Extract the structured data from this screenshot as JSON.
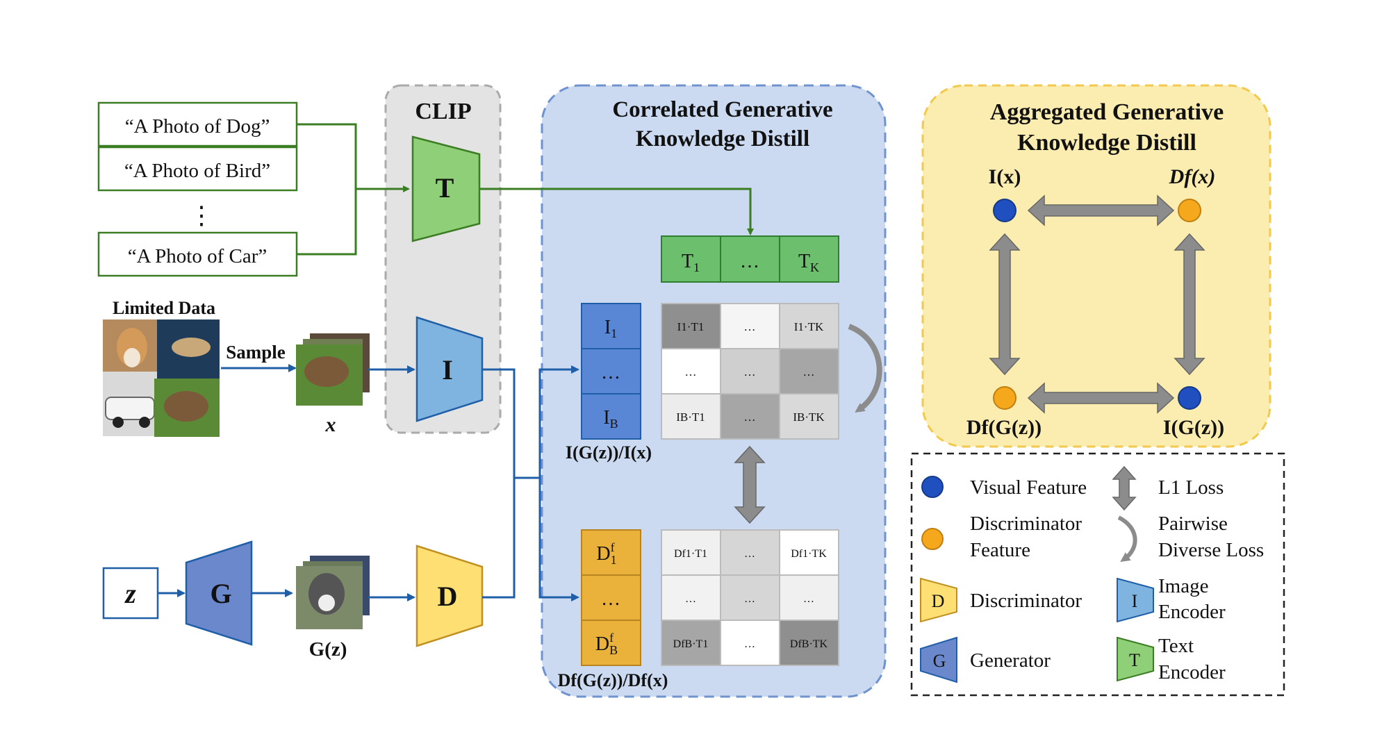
{
  "prompts": [
    "“A Photo of Dog”",
    "“A Photo of Bird”",
    "⋮",
    "“A Photo of Car”"
  ],
  "clip": {
    "title": "CLIP",
    "text_encoder": "T",
    "image_encoder": "I"
  },
  "limited_data": {
    "title": "Limited Data",
    "sample": "Sample",
    "x_label": "x"
  },
  "generator": {
    "z": "z",
    "g": "G",
    "gz_label": "G(z)"
  },
  "discriminator": {
    "d": "D"
  },
  "cgkd": {
    "title_line1": "Correlated Generative",
    "title_line2": "Knowledge Distill",
    "text_tokens": [
      "T",
      "…",
      "T"
    ],
    "text_subs": [
      "1",
      "",
      "K"
    ],
    "image_feats": [
      "I",
      "…",
      "I"
    ],
    "image_subs": [
      "1",
      "",
      "B"
    ],
    "image_caption": "I(G(z))/I(x)",
    "disc_feats": [
      "D",
      "…",
      "D"
    ],
    "disc_subs": [
      "1",
      "",
      "B"
    ],
    "disc_caption": "Df(G(z))/Df(x)",
    "top_matrix": [
      [
        "I1·T1",
        "…",
        "I1·TK"
      ],
      [
        "…",
        "…",
        "…"
      ],
      [
        "IB·T1",
        "…",
        "IB·TK"
      ]
    ],
    "bottom_matrix": [
      [
        "Df1·T1",
        "…",
        "Df1·TK"
      ],
      [
        "…",
        "…",
        "…"
      ],
      [
        "DfB·T1",
        "…",
        "DfB·TK"
      ]
    ]
  },
  "agkd": {
    "title_line1": "Aggregated Generative",
    "title_line2": "Knowledge Distill",
    "ix": "I(x)",
    "dfx": "Df(x)",
    "dfgz": "Df(G(z))",
    "igz": "I(G(z))"
  },
  "legend": {
    "visual_feature": "Visual Feature",
    "l1_loss": "L1 Loss",
    "disc_feature": [
      "Discriminator",
      "Feature"
    ],
    "pairwise": [
      "Pairwise",
      "Diverse Loss"
    ],
    "d_icon": "D",
    "discriminator": "Discriminator",
    "i_icon": "I",
    "image_encoder": [
      "Image",
      "Encoder"
    ],
    "g_icon": "G",
    "generator": "Generator",
    "t_icon": "T",
    "text_encoder": [
      "Text",
      "Encoder"
    ]
  },
  "colors": {
    "green": "#3a7d22",
    "green_fill": "#8fcf78",
    "blue_arrow": "#1f5fa8",
    "i_fill": "#7fb3e0",
    "g_fill": "#6c88cc",
    "d_fill": "#fddf73",
    "panel_blue": "#cbdaf0",
    "panel_yellow": "#fbecb0",
    "clip_gray": "#e3e3e3",
    "visual_dot": "#2050c0",
    "disc_dot": "#f5a81c"
  }
}
